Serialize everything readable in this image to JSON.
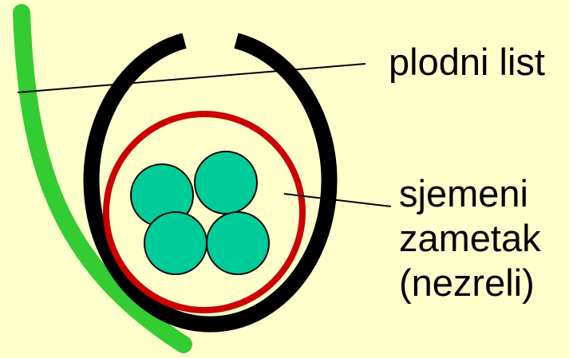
{
  "colors": {
    "background": "#ffffcc",
    "carpel_wall": "#000000",
    "ovule_outline": "#cc0000",
    "cells": "#00cc99",
    "outer_curve": "#33cc33"
  },
  "labels": {
    "carpel": "plodni list",
    "ovule_line1": "sjemeni",
    "ovule_line2": "zametak",
    "ovule_line3": "(nezreli)"
  }
}
